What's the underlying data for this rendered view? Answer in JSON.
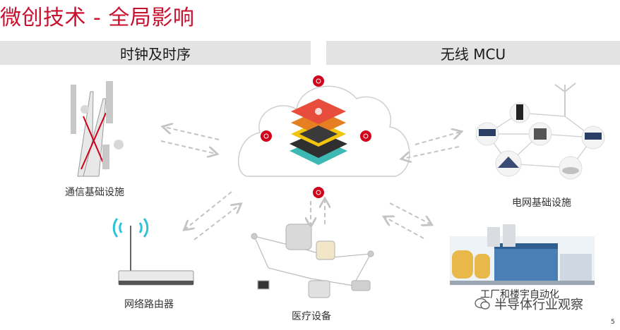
{
  "title": "微创技术 - 全局影响",
  "banners": {
    "left": "时钟及时序",
    "right": "无线 MCU"
  },
  "labels": {
    "telecom": "通信基础设施",
    "router": "网络路由器",
    "medical": "医疗设备",
    "grid": "电网基础设施",
    "factory": "工厂和楼宇自动化"
  },
  "watermark": "半导体行业观察",
  "page_number": "5",
  "colors": {
    "accent": "#c8102e",
    "banner": "#e3e3e3",
    "arrow": "#c4c4c4"
  }
}
